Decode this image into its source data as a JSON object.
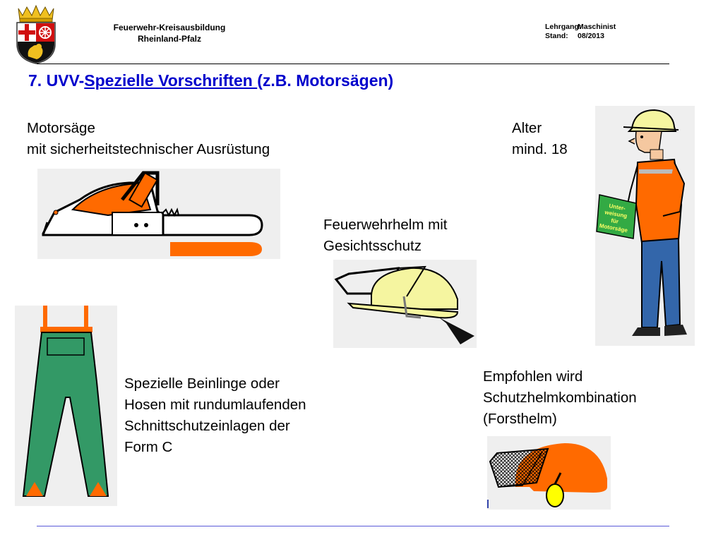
{
  "header": {
    "org_line1": "Feuerwehr-Kreisausbildung",
    "org_line2": "Rheinland-Pfalz",
    "course_label": "Lehrgang:",
    "course_value": "Maschinist",
    "status_label": "Stand:",
    "status_value": "08/2013"
  },
  "title": {
    "prefix": "7.  UVV-",
    "link": "Spezielle Vorschriften ",
    "suffix": "(z.B. Motorsägen)"
  },
  "chainsaw": {
    "line1": "Motorsäge",
    "line2": "mit sicherheitstechnischer Ausrüstung"
  },
  "age": {
    "line1": "Alter",
    "line2": "mind. 18"
  },
  "helmet": {
    "line1": "Feuerwehrhelm mit",
    "line2": "Gesichtsschutz"
  },
  "trousers": {
    "line1": "Spezielle Beinlinge oder",
    "line2": "Hosen mit rundumlaufenden",
    "line3": "Schnittschutzeinlagen der",
    "line4": "Form C"
  },
  "forest_helmet": {
    "line1": "Empfohlen wird",
    "line2": "Schutzhelmkombination",
    "line3": "(Forsthelm)"
  },
  "worker_sign": {
    "line1": "Unter-",
    "line2": "weisung",
    "line3": "für",
    "line4": "Motorsäge"
  },
  "colors": {
    "title_blue": "#0000cc",
    "orange": "#ff6a00",
    "green": "#339966",
    "helmet_yellow": "#f5f5a0"
  }
}
